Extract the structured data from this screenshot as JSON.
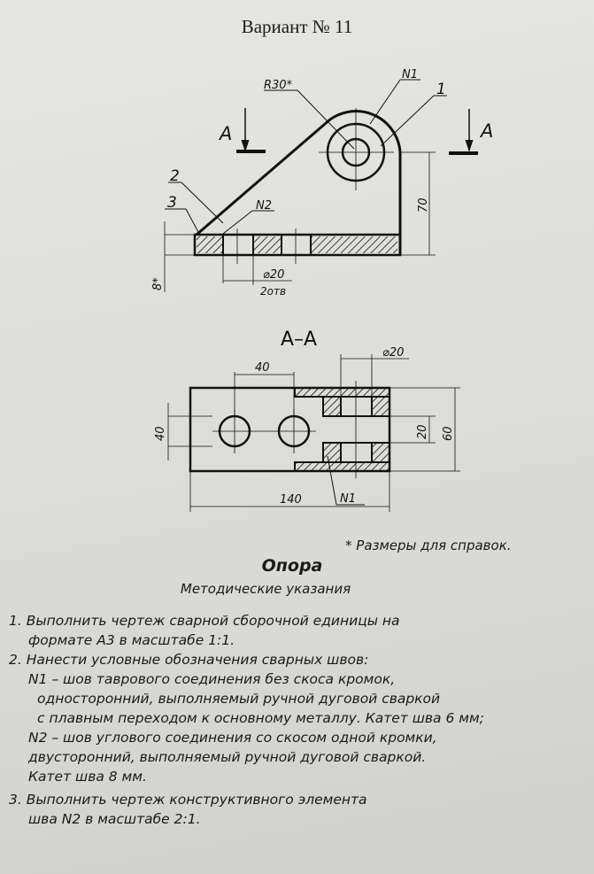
{
  "title": "Вариант № 11",
  "front_view": {
    "labels": {
      "r30": "R30*",
      "n1": "N1",
      "one": "1",
      "two": "2",
      "three": "3",
      "n2": "N2",
      "section_left": "A",
      "section_right": "A",
      "dim_70": "70",
      "dim_8": "8*",
      "dim_d20": "⌀20",
      "holes": "2отв"
    }
  },
  "section_view": {
    "title": "A–A",
    "labels": {
      "dim_40_top": "40",
      "dim_d20": "⌀20",
      "dim_40_left": "40",
      "dim_20": "20",
      "dim_60": "60",
      "dim_140": "140",
      "n1": "N1"
    }
  },
  "reference_note": "* Размеры для справок.",
  "heading": "Опора",
  "subheading": "Методические указания",
  "instructions": [
    "1. Выполнить чертеж сварной сборочной единицы на",
    "формате А3 в масштабе 1:1.",
    "2. Нанести условные обозначения сварных швов:",
    "N1 – шов таврового соединения без скоса кромок,",
    "односторонний, выполняемый ручной дуговой сваркой",
    "с плавным переходом к основному металлу. Катет шва 6 мм;",
    "N2 – шов углового соединения со скосом одной кромки,",
    "двусторонний, выполняемый ручной дуговой сваркой.",
    "Катет шва 8 мм.",
    "3. Выполнить чертеж конструктивного элемента",
    "шва N2 в масштабе 2:1."
  ]
}
